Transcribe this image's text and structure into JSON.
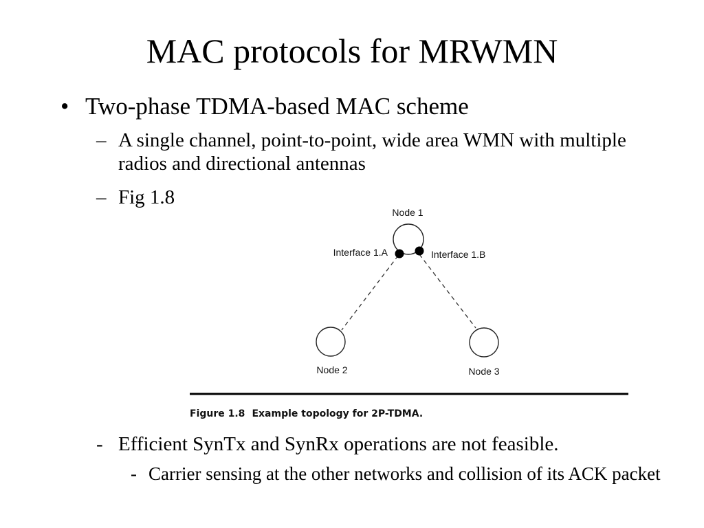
{
  "slide": {
    "title": "MAC protocols for MRWMN",
    "bullet_marker": "•",
    "bullet": "Two-phase TDMA-based MAC scheme",
    "sub_marker": "–",
    "sub_items": [
      "A single channel, point-to-point, wide area WMN with multiple radios and directional antennas",
      "Fig 1.8"
    ],
    "dash_marker": "-",
    "dash_items": [
      "Efficient SynTx and SynRx operations are not feasible.",
      "Carrier sensing at the other networks and collision of its ACK packet"
    ]
  },
  "figure": {
    "nodes": {
      "node1": "Node 1",
      "node2": "Node 2",
      "node3": "Node 3"
    },
    "interfaces": {
      "a": "Interface 1.A",
      "b": "Interface 1.B"
    },
    "caption_number": "Figure 1.8",
    "caption_text": "Example topology for 2P-TDMA."
  }
}
